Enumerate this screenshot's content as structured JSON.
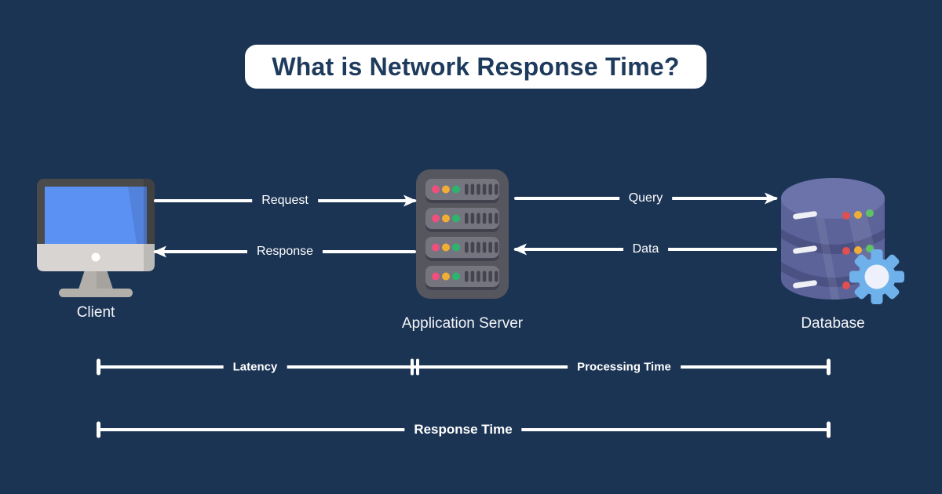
{
  "title": "What is Network Response Time?",
  "nodes": {
    "client": {
      "label": "Client",
      "icon": "desktop-computer-icon"
    },
    "server": {
      "label": "Application Server",
      "icon": "server-rack-icon"
    },
    "database": {
      "label": "Database",
      "icon": "database-gear-icon"
    }
  },
  "flows": {
    "request": {
      "label": "Request",
      "from": "client",
      "to": "server",
      "direction": "right"
    },
    "response": {
      "label": "Response",
      "from": "server",
      "to": "client",
      "direction": "left"
    },
    "query": {
      "label": "Query",
      "from": "server",
      "to": "database",
      "direction": "right"
    },
    "data": {
      "label": "Data",
      "from": "database",
      "to": "server",
      "direction": "left"
    }
  },
  "measurements": {
    "latency": {
      "label": "Latency",
      "span": "client-to-server"
    },
    "processing": {
      "label": "Processing Time",
      "span": "server-to-database"
    },
    "response_time": {
      "label": "Response Time",
      "span": "client-to-database"
    }
  },
  "colors": {
    "background": "#1c3454",
    "title_panel": "#ffffff",
    "title_text": "#1e3a5c",
    "line": "#ffffff",
    "client_frame": "#4b4b4b",
    "screen_blue": "#5c91f4",
    "chin_gray": "#d7d4d1",
    "server_body": "#56565f",
    "server_bar": "#75757f",
    "database_purple": "#5c6399",
    "database_top": "#6b73aa",
    "gear_blue": "#6fb1ea",
    "dot_pink": "#f04f7c",
    "dot_red": "#e15050",
    "dot_yellow": "#f0ae35",
    "dot_green": "#2db46d"
  }
}
